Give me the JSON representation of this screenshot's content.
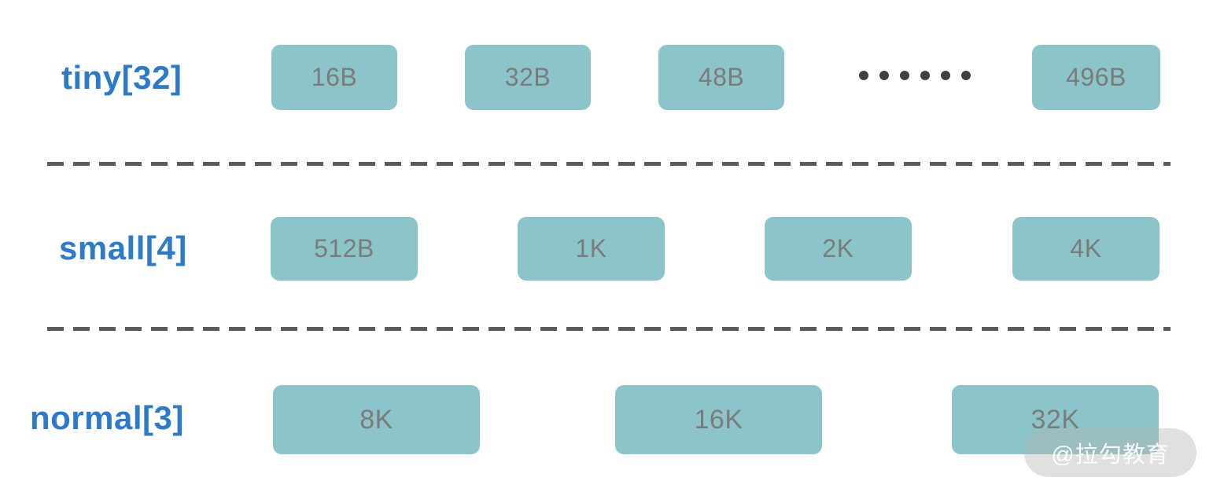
{
  "diagram": {
    "rows": [
      {
        "label": "tiny[32]",
        "boxes": [
          "16B",
          "32B",
          "48B",
          "496B"
        ],
        "has_ellipsis": true
      },
      {
        "label": "small[4]",
        "boxes": [
          "512B",
          "1K",
          "2K",
          "4K"
        ],
        "has_ellipsis": false
      },
      {
        "label": "normal[3]",
        "boxes": [
          "8K",
          "16K",
          "32K"
        ],
        "has_ellipsis": false
      }
    ],
    "ellipsis_dot_count": 6,
    "watermark": "@拉勾教育",
    "colors": {
      "box_fill": "#8CC5C9",
      "box_text": "#7B7B7B",
      "row_label": "#2B7BCA",
      "dash_line": "#5A5A61",
      "ellipsis_dot": "#3F3F44"
    }
  }
}
